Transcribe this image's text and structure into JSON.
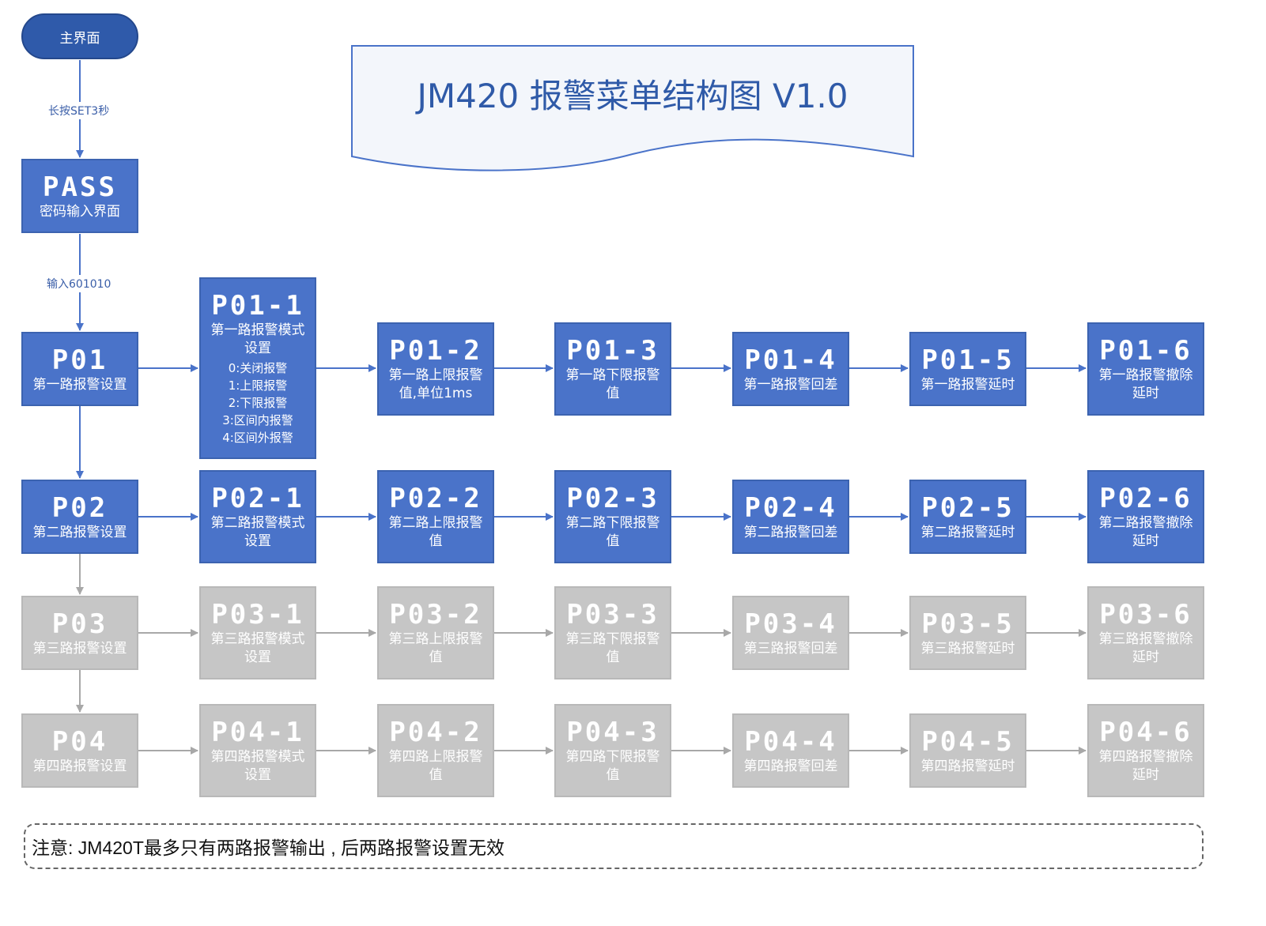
{
  "title": "JM420 报警菜单结构图 V1.0",
  "start_label": "主界面",
  "edge_labels": {
    "long_press": "长按SET3秒",
    "input_code": "输入601010"
  },
  "pass_node": {
    "code": "PASS",
    "desc": "密码输入界面"
  },
  "rows": [
    {
      "code": "P01",
      "desc": "第一路报警设置",
      "active": true,
      "items": [
        {
          "code": "P01-1",
          "desc": "第一路报警模式设置",
          "modes": [
            "0:关闭报警",
            "1:上限报警",
            "2:下限报警",
            "3:区间内报警",
            "4:区间外报警"
          ]
        },
        {
          "code": "P01-2",
          "desc": "第一路上限报警值,单位1ms"
        },
        {
          "code": "P01-3",
          "desc": "第一路下限报警值"
        },
        {
          "code": "P01-4",
          "desc": "第一路报警回差"
        },
        {
          "code": "P01-5",
          "desc": "第一路报警延时"
        },
        {
          "code": "P01-6",
          "desc": "第一路报警撤除延时"
        }
      ]
    },
    {
      "code": "P02",
      "desc": "第二路报警设置",
      "active": true,
      "items": [
        {
          "code": "P02-1",
          "desc": "第二路报警模式设置"
        },
        {
          "code": "P02-2",
          "desc": "第二路上限报警值"
        },
        {
          "code": "P02-3",
          "desc": "第二路下限报警值"
        },
        {
          "code": "P02-4",
          "desc": "第二路报警回差"
        },
        {
          "code": "P02-5",
          "desc": "第二路报警延时"
        },
        {
          "code": "P02-6",
          "desc": "第二路报警撤除延时"
        }
      ]
    },
    {
      "code": "P03",
      "desc": "第三路报警设置",
      "active": false,
      "items": [
        {
          "code": "P03-1",
          "desc": "第三路报警模式设置"
        },
        {
          "code": "P03-2",
          "desc": "第三路上限报警值"
        },
        {
          "code": "P03-3",
          "desc": "第三路下限报警值"
        },
        {
          "code": "P03-4",
          "desc": "第三路报警回差"
        },
        {
          "code": "P03-5",
          "desc": "第三路报警延时"
        },
        {
          "code": "P03-6",
          "desc": "第三路报警撤除延时"
        }
      ]
    },
    {
      "code": "P04",
      "desc": "第四路报警设置",
      "active": false,
      "items": [
        {
          "code": "P04-1",
          "desc": "第四路报警模式设置"
        },
        {
          "code": "P04-2",
          "desc": "第四路上限报警值"
        },
        {
          "code": "P04-3",
          "desc": "第四路下限报警值"
        },
        {
          "code": "P04-4",
          "desc": "第四路报警回差"
        },
        {
          "code": "P04-5",
          "desc": "第四路报警延时"
        },
        {
          "code": "P04-6",
          "desc": "第四路报警撤除延时"
        }
      ]
    }
  ],
  "note": "注意: JM420T最多只有两路报警输出 , 后两路报警设置无效",
  "colors": {
    "active_fill": "#4a73c9",
    "inactive_fill": "#c6c6c6",
    "arrow_active": "#4a73c9",
    "arrow_inactive": "#a8a8a8"
  }
}
